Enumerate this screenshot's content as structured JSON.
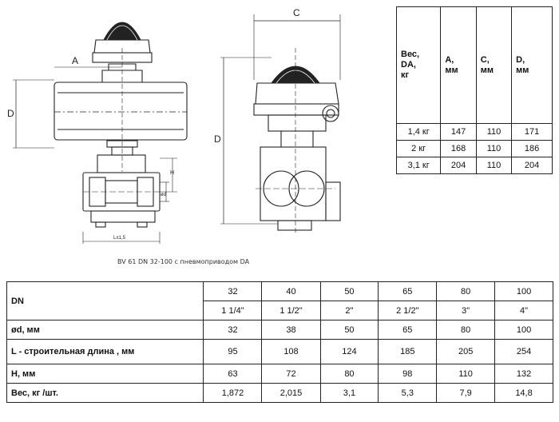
{
  "drawing": {
    "dim_labels": {
      "A": "A",
      "D_left": "D",
      "C": "C",
      "D_right": "D",
      "H": "H",
      "od": "ød",
      "L": "L±1,5"
    }
  },
  "caption": "BV 61 DN 32-100 с пневмоприводом DA",
  "weights_table": {
    "headers": [
      [
        "Вес,",
        "DA,",
        "кг"
      ],
      [
        "A,",
        "мм"
      ],
      [
        "C,",
        "мм"
      ],
      [
        "D,",
        "мм"
      ]
    ],
    "rows": [
      [
        "1,4 кг",
        "147",
        "110",
        "171"
      ],
      [
        "2 кг",
        "168",
        "110",
        "186"
      ],
      [
        "3,1 кг",
        "204",
        "110",
        "204"
      ]
    ]
  },
  "spec_table": {
    "dn_label": "DN",
    "dn_values": [
      "32",
      "40",
      "50",
      "65",
      "80",
      "100"
    ],
    "dn_inch": [
      "1 1/4\"",
      "1 1/2\"",
      "2\"",
      "2 1/2\"",
      "3\"",
      "4\""
    ],
    "rows": [
      {
        "label": "ød, мм",
        "values": [
          "32",
          "38",
          "50",
          "65",
          "80",
          "100"
        ]
      },
      {
        "label": "L - строительная длина , мм",
        "values": [
          "95",
          "108",
          "124",
          "185",
          "205",
          "254"
        ]
      },
      {
        "label": "H, мм",
        "values": [
          "63",
          "72",
          "80",
          "98",
          "110",
          "132"
        ]
      },
      {
        "label": "Вес, кг /шт.",
        "values": [
          "1,872",
          "2,015",
          "3,1",
          "5,3",
          "7,9",
          "14,8"
        ]
      }
    ]
  }
}
